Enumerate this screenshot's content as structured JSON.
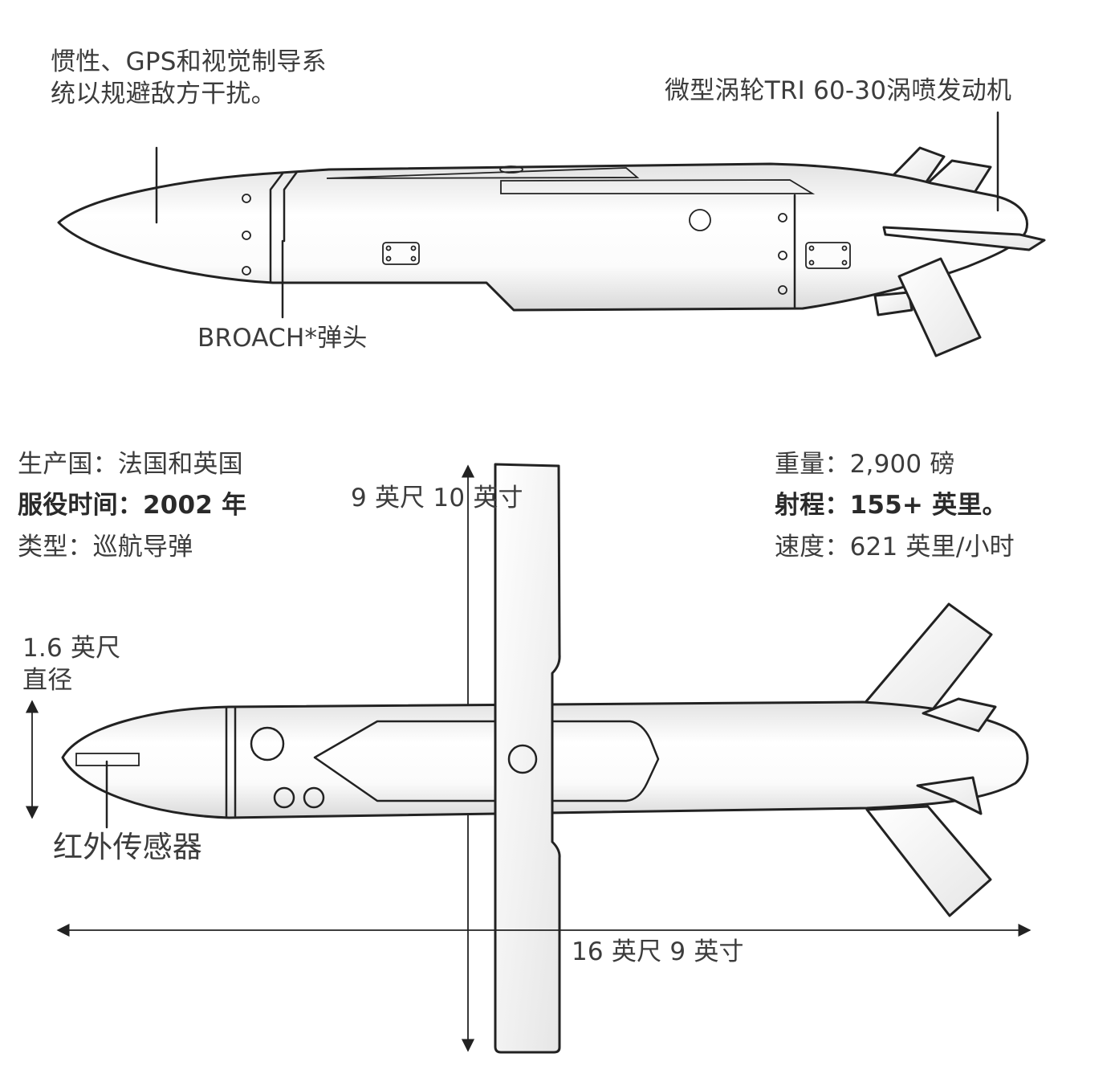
{
  "annotations": {
    "guidance": [
      "惯性、GPS和视觉制导系",
      "统以规避敌方干扰。"
    ],
    "engine": "微型涡轮TRI 60-30涡喷发动机",
    "warhead": "BROACH*弹头",
    "ir_sensor": "红外传感器"
  },
  "specs_left": [
    "生产国：法国和英国",
    "服役时间：2002 年",
    "类型：巡航导弹"
  ],
  "specs_right": [
    "重量：2,900 磅",
    "射程：155+ 英里。",
    "速度：621 英里/小时"
  ],
  "dimensions": {
    "wingspan": "9 英尺 10 英寸",
    "diameter": [
      "1.6 英尺",
      "直径"
    ],
    "length": "16 英尺 9 英寸"
  },
  "colors": {
    "line": "#222222",
    "text": "#3c3c3c",
    "body_fill": "#ffffff",
    "body_shade": "#dcdcdc"
  }
}
